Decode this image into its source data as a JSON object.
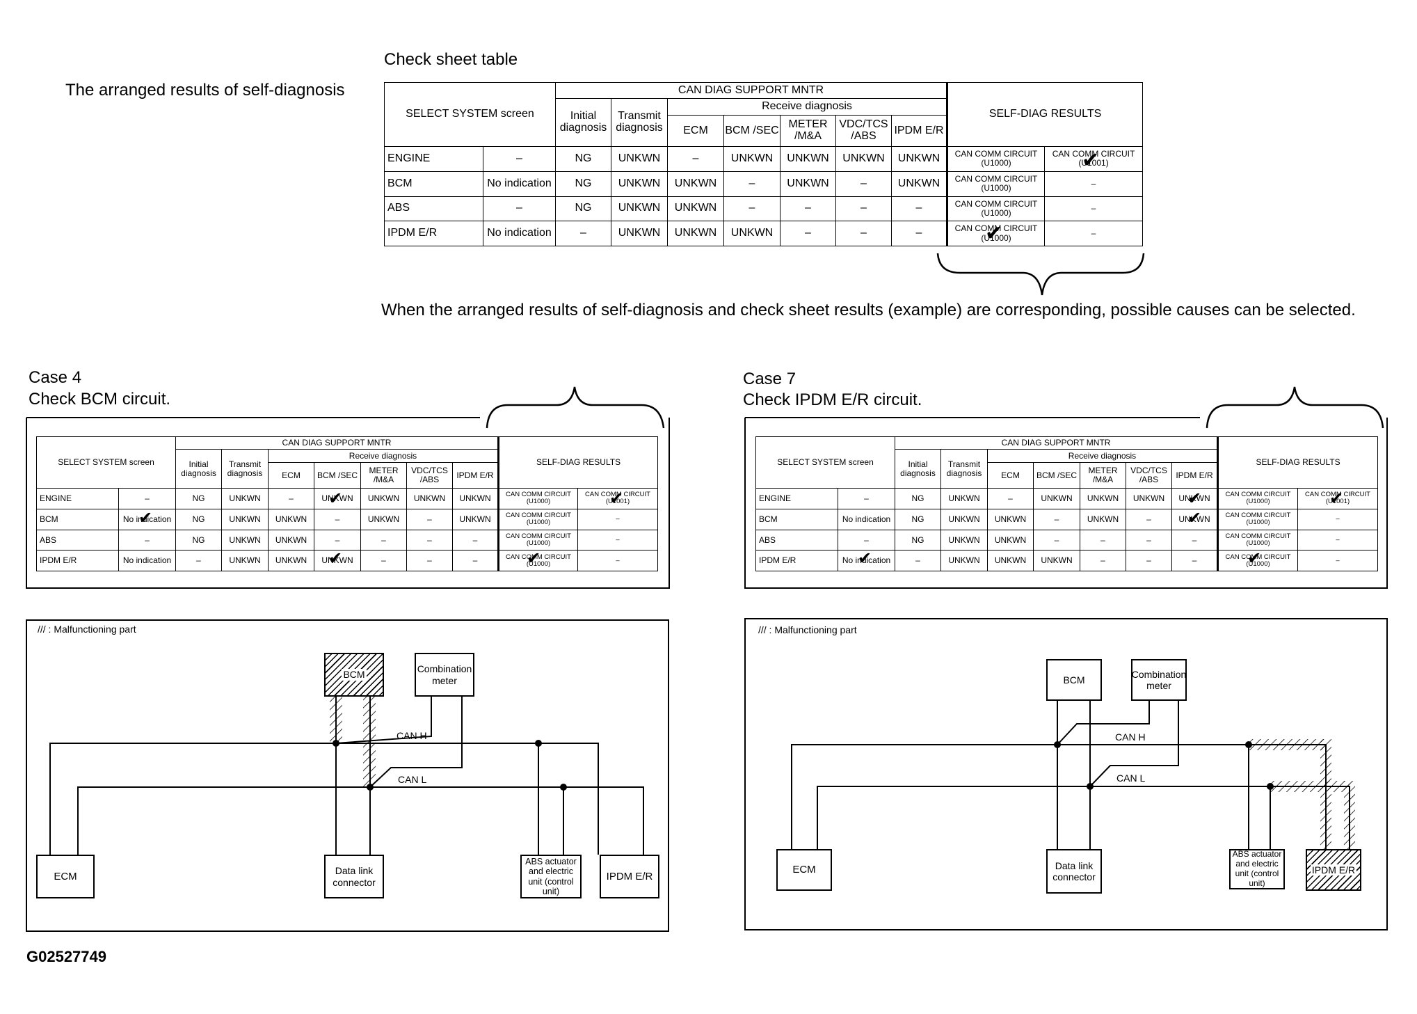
{
  "figure_id": "G02527749",
  "left_caption": "The arranged results of self-diagnosis",
  "check_sheet_title": "Check sheet table",
  "correspondence_note": "When the arranged results of self-diagnosis and check sheet results (example) are corresponding, possible causes can be selected.",
  "check_mark": "✔",
  "headers": {
    "select_system": "SELECT SYSTEM screen",
    "can_diag": "CAN DIAG SUPPORT MNTR",
    "initial": "Initial diagnosis",
    "transmit": "Transmit diagnosis",
    "receive": "Receive diagnosis",
    "ecm": "ECM",
    "bcm": "BCM /SEC",
    "meter": "METER /M&A",
    "vdc": "VDC/TCS /ABS",
    "ipdm": "IPDM E/R",
    "self_diag": "SELF-DIAG RESULTS"
  },
  "main_table": {
    "rows": [
      {
        "system": "ENGINE",
        "select": "–",
        "initial": "NG",
        "transmit": "UNKWN",
        "ecm": "–",
        "bcm": "UNKWN",
        "meter": "UNKWN",
        "vdc": "UNKWN",
        "ipdm": "UNKWN",
        "sd1": "CAN COMM CIRCUIT (U1000)",
        "sd2": "CAN COMM CIRCUIT (U1001)"
      },
      {
        "system": "BCM",
        "select": "No indication",
        "initial": "NG",
        "transmit": "UNKWN",
        "ecm": "UNKWN",
        "bcm": "–",
        "meter": "UNKWN",
        "vdc": "–",
        "ipdm": "UNKWN",
        "sd1": "CAN COMM CIRCUIT (U1000)",
        "sd2": "–"
      },
      {
        "system": "ABS",
        "select": "–",
        "initial": "NG",
        "transmit": "UNKWN",
        "ecm": "UNKWN",
        "bcm": "–",
        "meter": "–",
        "vdc": "–",
        "ipdm": "–",
        "sd1": "CAN COMM CIRCUIT (U1000)",
        "sd2": "–"
      },
      {
        "system": "IPDM E/R",
        "select": "No indication",
        "initial": "–",
        "transmit": "UNKWN",
        "ecm": "UNKWN",
        "bcm": "UNKWN",
        "meter": "–",
        "vdc": "–",
        "ipdm": "–",
        "sd1": "CAN COMM CIRCUIT (U1000)",
        "sd2": "–"
      }
    ]
  },
  "case4": {
    "title": "Case 4",
    "subtitle": "Check BCM circuit.",
    "rows": [
      {
        "system": "ENGINE",
        "select": "–",
        "initial": "NG",
        "transmit": "UNKWN",
        "ecm": "–",
        "bcm": "UNKWN",
        "meter": "UNKWN",
        "vdc": "UNKWN",
        "ipdm": "UNKWN",
        "sd1": "CAN COMM CIRCUIT (U1000)",
        "sd2": "CAN COMM CIRCUIT (U1001)"
      },
      {
        "system": "BCM",
        "select": "No indication",
        "initial": "NG",
        "transmit": "UNKWN",
        "ecm": "UNKWN",
        "bcm": "–",
        "meter": "UNKWN",
        "vdc": "–",
        "ipdm": "UNKWN",
        "sd1": "CAN COMM CIRCUIT (U1000)",
        "sd2": "–"
      },
      {
        "system": "ABS",
        "select": "–",
        "initial": "NG",
        "transmit": "UNKWN",
        "ecm": "UNKWN",
        "bcm": "–",
        "meter": "–",
        "vdc": "–",
        "ipdm": "–",
        "sd1": "CAN COMM CIRCUIT (U1000)",
        "sd2": "–"
      },
      {
        "system": "IPDM E/R",
        "select": "No indication",
        "initial": "–",
        "transmit": "UNKWN",
        "ecm": "UNKWN",
        "bcm": "UNKWN",
        "meter": "–",
        "vdc": "–",
        "ipdm": "–",
        "sd1": "CAN COMM CIRCUIT (U1000)",
        "sd2": "–"
      }
    ],
    "diagram": {
      "legend": "/// : Malfunctioning part",
      "can_h": "CAN H",
      "can_l": "CAN L",
      "bcm": "BCM",
      "combination_meter": "Combination meter",
      "ecm": "ECM",
      "data_link": "Data link connector",
      "abs": "ABS actuator and electric unit (control unit)",
      "ipdm": "IPDM E/R"
    }
  },
  "case7": {
    "title": "Case 7",
    "subtitle": "Check IPDM E/R circuit.",
    "rows": [
      {
        "system": "ENGINE",
        "select": "–",
        "initial": "NG",
        "transmit": "UNKWN",
        "ecm": "–",
        "bcm": "UNKWN",
        "meter": "UNKWN",
        "vdc": "UNKWN",
        "ipdm": "UNKWN",
        "sd1": "CAN COMM CIRCUIT (U1000)",
        "sd2": "CAN COMM CIRCUIT (U1001)"
      },
      {
        "system": "BCM",
        "select": "No indication",
        "initial": "NG",
        "transmit": "UNKWN",
        "ecm": "UNKWN",
        "bcm": "–",
        "meter": "UNKWN",
        "vdc": "–",
        "ipdm": "UNKWN",
        "sd1": "CAN COMM CIRCUIT (U1000)",
        "sd2": "–"
      },
      {
        "system": "ABS",
        "select": "–",
        "initial": "NG",
        "transmit": "UNKWN",
        "ecm": "UNKWN",
        "bcm": "–",
        "meter": "–",
        "vdc": "–",
        "ipdm": "–",
        "sd1": "CAN COMM CIRCUIT (U1000)",
        "sd2": "–"
      },
      {
        "system": "IPDM E/R",
        "select": "No indication",
        "initial": "–",
        "transmit": "UNKWN",
        "ecm": "UNKWN",
        "bcm": "UNKWN",
        "meter": "–",
        "vdc": "–",
        "ipdm": "–",
        "sd1": "CAN COMM CIRCUIT (U1000)",
        "sd2": "–"
      }
    ],
    "diagram": {
      "legend": "/// : Malfunctioning part",
      "can_h": "CAN H",
      "can_l": "CAN L",
      "bcm": "BCM",
      "combination_meter": "Combination meter",
      "ecm": "ECM",
      "data_link": "Data link connector",
      "abs": "ABS actuator and electric unit (control unit)",
      "ipdm": "IPDM E/R"
    }
  }
}
